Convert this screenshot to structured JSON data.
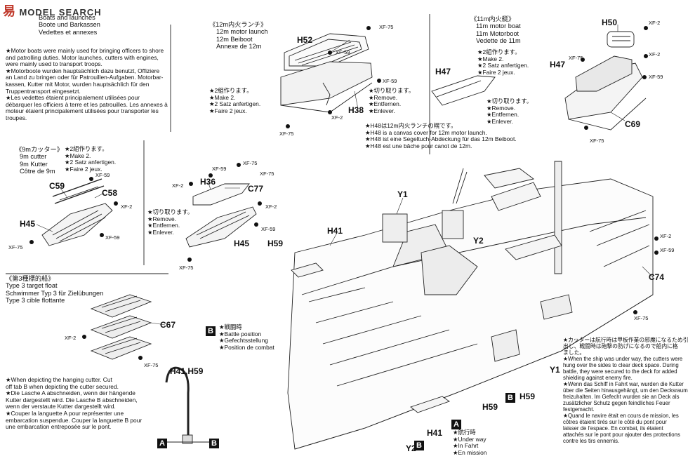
{
  "watermark": {
    "logo": "易",
    "site": "MODEL SEARCH"
  },
  "boats_section": {
    "title_lines": [
      "Boats and launches",
      "Boote und Barkassen",
      "Vedettes et annexes"
    ],
    "note_lines": [
      "★Motor boats were mainly used for bringing officers to shore",
      "and patrolling duties. Motor launches, cutters with engines,",
      "were mainly used to transport troops.",
      "★Motorboote wurden hauptsächlich dazu benutzt, Offiziere",
      "an Land zu bringen oder für Patrouillen-Aufgaben. Motorbar-",
      "kassen, Kutter mit Motor, wurden hauptsächlich für den",
      "Truppentransport eingesetzt.",
      "★Les vedettes étaient principalement utilisées pour",
      "débarquer les officiers à terre et les patrouilles. Les annexes à",
      "moteur étaient principalement utilisées pour transporter les",
      "troupes."
    ]
  },
  "launch12": {
    "jp": "《12m内火ランチ》",
    "lines": [
      "12m motor launch",
      "12m Beiboot",
      "Annexe de 12m"
    ],
    "make_lines": [
      "★2組作ります。",
      "★Make 2.",
      "★2 Satz anfertigen.",
      "★Faire 2 jeux."
    ],
    "remove_lines": [
      "★切り取ります。",
      "★Remove.",
      "★Entfernen.",
      "★Enlever."
    ],
    "cover_lines": [
      "★H48は12m内火ランチの幌です。",
      "★H48 is a canvas cover for 12m motor launch.",
      "★H48 ist eine Segeltuch-Abdeckung für das 12m Beiboot.",
      "★H48 est une bâche pour canot de 12m."
    ]
  },
  "boat11": {
    "jp": "《11m内火艇》",
    "lines": [
      "11m motor boat",
      "11m Motorboot",
      "Vedette de 11m"
    ],
    "make_lines": [
      "★2組作ります。",
      "★Make 2.",
      "★2 Satz anfertigen.",
      "★Faire 2 jeux."
    ],
    "remove_lines": [
      "★切り取ります。",
      "★Remove.",
      "★Entfernen.",
      "★Enlever."
    ]
  },
  "cutter9": {
    "jp": "《9mカッター》",
    "lines": [
      "9m cutter",
      "9m Kutter",
      "Côtre de 9m"
    ],
    "make_lines": [
      "★2組作ります。",
      "★Make 2.",
      "★2 Satz anfertigen.",
      "★Faire 2 jeux."
    ],
    "remove_lines": [
      "★切り取ります。",
      "★Remove.",
      "★Entfernen.",
      "★Enlever."
    ]
  },
  "float3": {
    "jp": "《第3種標的船》",
    "lines": [
      "Type 3 target float",
      "Schwimmer Typ 3 für Zielübungen",
      "Type 3 cible flottante"
    ]
  },
  "cutoff_note": [
    "★When depicting the hanging cutter. Cut",
    "off tab B when depicting the cutter secured.",
    "★Die Lasche A abschneiden, wenn der hängende",
    "Kutter dargestellt wird. Die Lasche B abschneiden,",
    "wenn der verstaute Kutter dargestellt wird.",
    "★Couper la languette A pour représenter une",
    "embarcation suspendue. Couper la languette B pour",
    "une embarcation entreposée sur le pont."
  ],
  "battle": {
    "key": "B",
    "lines": [
      "★戦闘時",
      "★Battle position",
      "★Gefechtsstellung",
      "★Position de combat"
    ]
  },
  "underway": {
    "key": "A",
    "lines": [
      "★航行時",
      "★Under way",
      "★In Fahrt",
      "★En mission"
    ]
  },
  "cutter_note": [
    "★カッターは航行時は甲板作業の邪魔になるため引",
    "出し、戦闘時は砲撃の防げになるので船内に格",
    "ました。",
    "★When the ship was under way, the cutters were",
    "hung over the sides to clear deck space. During",
    "battle, they were secured to the deck for added",
    "shielding against enemy fire.",
    "★Wenn das Schiff in Fahrt war, wurden die Kutter",
    "über die Seiten hinausgehängt, um den Decksraum",
    "freizuhalten. Im Gefecht wurden sie an Deck als",
    "zusätzlicher Schutz gegen feindliches Feuer",
    "festgemacht.",
    "★Quand le navire était en cours de mission, les",
    "côtres étaient tirés sur le côté du pont pour",
    "laisser de l'espace. En combat, ils étaient",
    "attachés sur le pont pour ajouter des protections",
    "contre les tirs ennemis."
  ],
  "part_labels": {
    "H52": "H52",
    "H38": "H38",
    "H47a": "H47",
    "H47b": "H47",
    "H50": "H50",
    "C69": "C69",
    "C59": "C59",
    "C58": "C58",
    "H45a": "H45",
    "H45b": "H45",
    "H36": "H36",
    "C77": "C77",
    "C67": "C67",
    "H41H59": "H41,H59",
    "Y1a": "Y1",
    "Y1b": "Y1",
    "Y2a": "Y2",
    "Y2b": "Y2",
    "H41a": "H41",
    "H41b": "H41",
    "H59a": "H59",
    "H59b": "H59",
    "H59c": "H59",
    "C74": "C74"
  },
  "small_labels": {
    "xf2": "XF-2",
    "xf59": "XF-59",
    "xf75": "XF-75"
  },
  "tab_keys": {
    "a": "A",
    "b": "B"
  }
}
